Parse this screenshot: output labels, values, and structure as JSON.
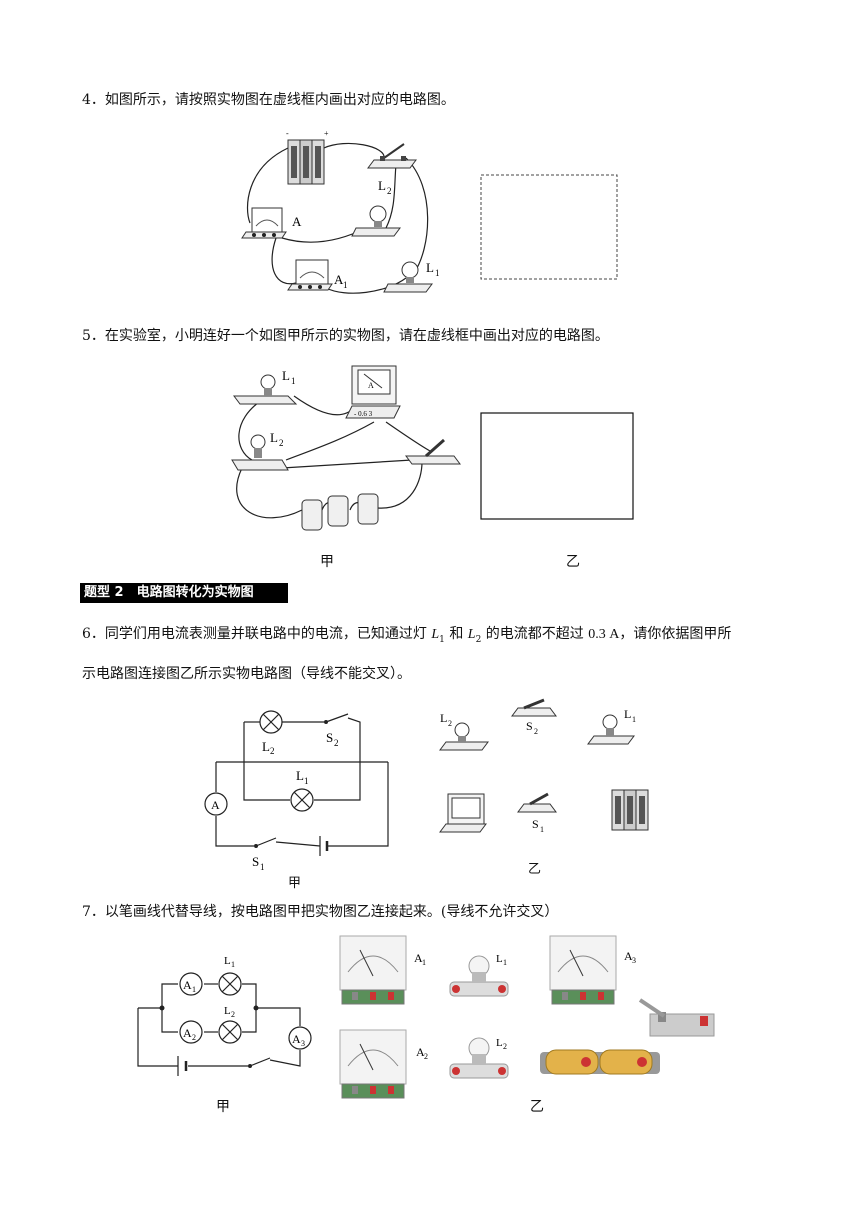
{
  "q4": {
    "text": "4．如图所示，请按照实物图在虚线框内画出对应的电路图。",
    "labels": {
      "ammeter": "A",
      "ammeter1": "A",
      "ammeter1_sub": "1",
      "lamp1": "L",
      "lamp1_sub": "1",
      "lamp2": "L",
      "lamp2_sub": "2",
      "minus": "-",
      "plus": "+"
    }
  },
  "q5": {
    "text": "5．在实验室，小明连好一个如图甲所示的实物图，请在虚线框中画出对应的电路图。",
    "labels": {
      "lamp1": "L",
      "lamp1_sub": "1",
      "lamp2": "L",
      "lamp2_sub": "2",
      "meter": "A",
      "meter_terminals": "- 0.6 3"
    },
    "caption_left": "甲",
    "caption_right": "乙"
  },
  "section": {
    "label": "题型 2　电路图转化为实物图"
  },
  "q6": {
    "text_a": "6．同学们用电流表测量并联电路中的电流，已知通过灯 ",
    "L": "L",
    "sub1": "1",
    "and": " 和 ",
    "sub2": "2",
    "text_b": " 的电流都不超过 ",
    "value": "0.3 A",
    "text_c": "，请你依据图甲所",
    "line2": "示电路图连接图乙所示实物电路图（导线不能交叉）。",
    "diagram": {
      "ammeter": "A",
      "L": "L",
      "S": "S",
      "sub1": "1",
      "sub2": "2"
    },
    "caption_left": "甲",
    "caption_right": "乙"
  },
  "q7": {
    "text": "7．以笔画线代替导线，按电路图甲把实物图乙连接起来。(导线不允许交叉）",
    "diagram": {
      "A": "A",
      "L": "L",
      "sub1": "1",
      "sub2": "2",
      "sub3": "3"
    },
    "caption_left": "甲",
    "caption_right": "乙"
  }
}
